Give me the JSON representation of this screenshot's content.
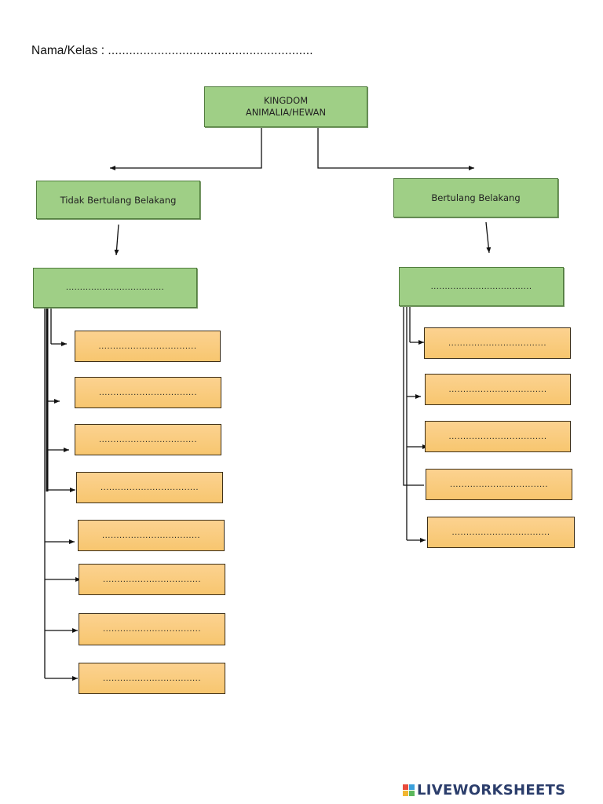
{
  "header": {
    "label": "Nama/Kelas",
    "separator": ":",
    "blank": ".........................................................."
  },
  "root": {
    "line1": "KINGDOM",
    "line2": "ANIMALIA/HEWAN"
  },
  "branches": {
    "left": "Tidak Bertulang Belakang",
    "right": "Bertulang Belakang"
  },
  "categories": {
    "left": "...................................",
    "right": "...................................."
  },
  "answers": {
    "left": [
      "..................................",
      "..................................",
      "..................................",
      "..................................",
      "..................................",
      "..................................",
      "..................................",
      ".................................."
    ],
    "right": [
      "..................................",
      "..................................",
      "..................................",
      "..................................",
      ".................................."
    ]
  },
  "colors": {
    "green_fill": "#9fcf86",
    "orange_fill": "#f7c66f",
    "line": "#111111"
  },
  "brand": {
    "logo_text": "LIVEWORKSHEETS",
    "logo_colors": [
      "#e94b3c",
      "#3aa0dc",
      "#f2b632",
      "#5cb85c"
    ]
  }
}
